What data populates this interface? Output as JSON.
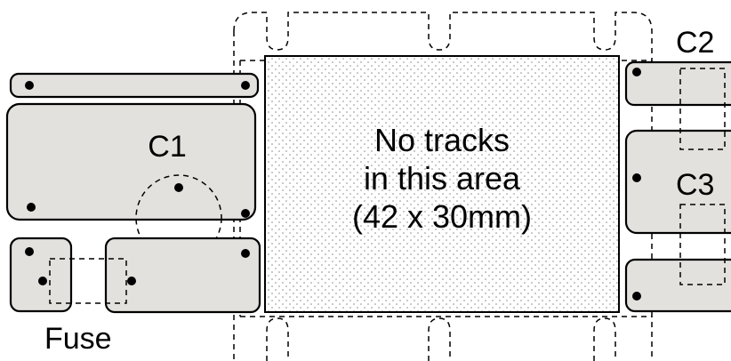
{
  "labels": {
    "c1": "C1",
    "c2": "C2",
    "c3": "C3",
    "fuse": "Fuse"
  },
  "keepout": {
    "line1": "No tracks",
    "line2": "in this area",
    "line3": "(42 x 30mm)"
  },
  "colors": {
    "pad_fill": "#e3e1dd",
    "outline": "#000000"
  }
}
